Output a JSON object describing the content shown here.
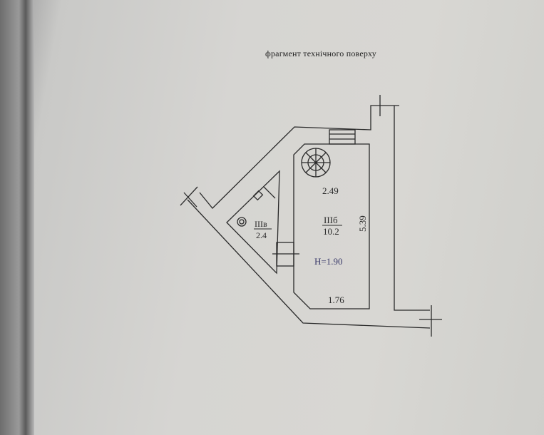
{
  "title": "фрагмент технічного поверху",
  "rooms": [
    {
      "id": "ІІІб",
      "area": "10.2"
    },
    {
      "id": "ІІІв",
      "area": "2.4"
    }
  ],
  "dimensions": {
    "top": "2.49",
    "side": "5.39",
    "bottom": "1.76"
  },
  "height_label": "H=1.90",
  "colors": {
    "ink": "#2a2a2a",
    "height_text": "#3a3a6a"
  }
}
